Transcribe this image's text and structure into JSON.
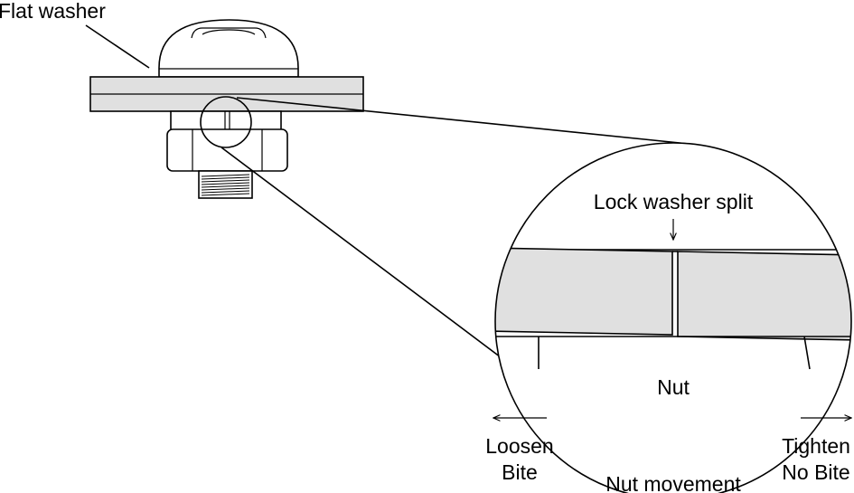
{
  "colors": {
    "stroke": "#000000",
    "washer_fill": "#e0e0e0",
    "background": "#ffffff"
  },
  "labels": {
    "flat_washer": "Flat washer",
    "lock_washer_split": "Lock washer split",
    "nut": "Nut",
    "loosen": "Loosen",
    "bite": "Bite",
    "tighten": "Tighten",
    "no_bite": "No Bite",
    "nut_movement": "Nut movement"
  }
}
